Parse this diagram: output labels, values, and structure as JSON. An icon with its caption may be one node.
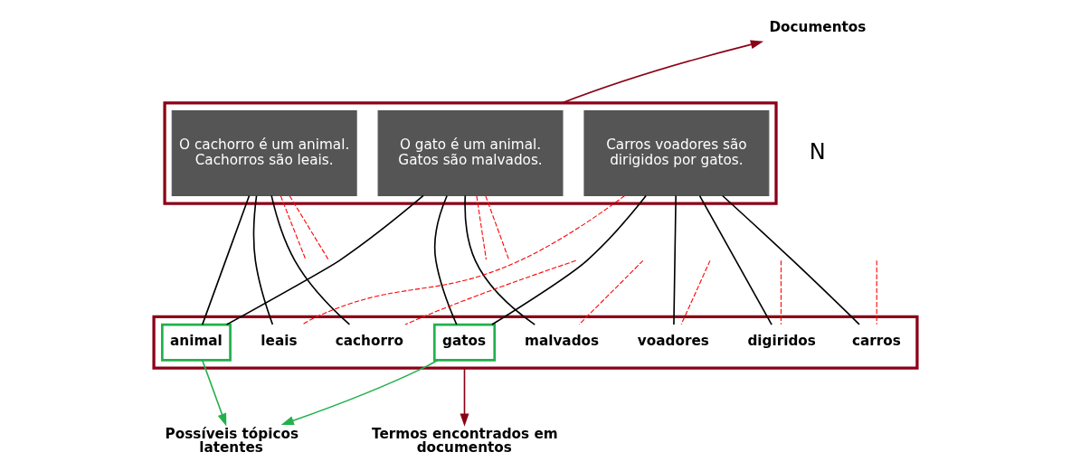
{
  "diagram": {
    "nodes": [
      {
        "text": [
          "Documentos"
        ]
      },
      {
        "text": [],
        "shape": "box"
      },
      {
        "text": [
          "O cachorro é um animal. Cachorros são leais."
        ],
        "in": 1
      },
      {
        "text": [
          "O gato é um animal. Gatos são malvados."
        ],
        "in": 1
      },
      {
        "text": [
          "Carros voadores são dirigidos por gatos."
        ],
        "in": 1
      },
      {
        "text": [],
        "shape": "box"
      },
      {
        "text": [
          "cachorro"
        ],
        "in": 5
      },
      {
        "text": [
          "leais"
        ],
        "in": 5
      },
      {
        "text": [
          "animal"
        ],
        "in": 5
      },
      {
        "text": [
          "malvados"
        ],
        "in": 5
      },
      {
        "text": [
          "gatos"
        ],
        "in": 5
      },
      {
        "text": [
          "voadores"
        ],
        "in": 5
      },
      {
        "text": [
          "digiridos"
        ],
        "in": 5
      },
      {
        "text": [
          "carros"
        ],
        "in": 5
      },
      {
        "text": [
          "Possíveis tópicos latentes"
        ]
      },
      {
        "text": [
          "Termos encontrados em documentos"
        ]
      }
    ],
    "edges": [
      {
        "from": 1,
        "to": 0,
        "arrow": "to",
        "color": "#8b0016"
      },
      {
        "from": 2,
        "to": 6,
        "arrow": "none"
      },
      {
        "from": 2,
        "to": 7,
        "arrow": "none"
      },
      {
        "from": 2,
        "to": 8,
        "arrow": "none"
      },
      {
        "from": 3,
        "to": 8,
        "arrow": "none"
      },
      {
        "from": 3,
        "to": 9,
        "arrow": "none"
      },
      {
        "from": 3,
        "to": 10,
        "arrow": "none"
      },
      {
        "from": 4,
        "to": 10,
        "arrow": "none"
      },
      {
        "from": 4,
        "to": 11,
        "arrow": "none"
      },
      {
        "from": 4,
        "to": 12,
        "arrow": "none"
      },
      {
        "from": 4,
        "to": 13,
        "arrow": "none"
      },
      {
        "from": 4,
        "to": 7,
        "arrow": "none",
        "style": "dashed",
        "color": "#ff0000"
      },
      {
        "from": 2,
        "to": null,
        "arrow": "none",
        "style": "dashed",
        "color": "#ff0000"
      },
      {
        "from": 2,
        "to": null,
        "arrow": "none",
        "style": "dashed",
        "color": "#ff0000"
      },
      {
        "from": 3,
        "to": null,
        "arrow": "none",
        "style": "dashed",
        "color": "#ff0000"
      },
      {
        "from": 3,
        "to": null,
        "arrow": "none",
        "style": "dashed",
        "color": "#ff0000"
      },
      {
        "from": 6,
        "to": null,
        "arrow": "none",
        "style": "dashed",
        "color": "#ff0000"
      },
      {
        "from": 9,
        "to": null,
        "arrow": "none",
        "style": "dashed",
        "color": "#ff0000"
      },
      {
        "from": 11,
        "to": null,
        "arrow": "none",
        "style": "dashed",
        "color": "#ff0000"
      },
      {
        "from": 12,
        "to": null,
        "arrow": "none",
        "style": "dashed",
        "color": "#ff0000"
      },
      {
        "from": 13,
        "to": null,
        "arrow": "none",
        "style": "dashed",
        "color": "#ff0000"
      },
      {
        "from": 8,
        "to": 14,
        "arrow": "to",
        "color": "#22b14c"
      },
      {
        "from": 10,
        "to": 14,
        "arrow": "to",
        "color": "#22b14c"
      },
      {
        "from": 5,
        "to": 15,
        "arrow": "to",
        "color": "#8b0016"
      }
    ],
    "labels": [
      "N"
    ]
  }
}
